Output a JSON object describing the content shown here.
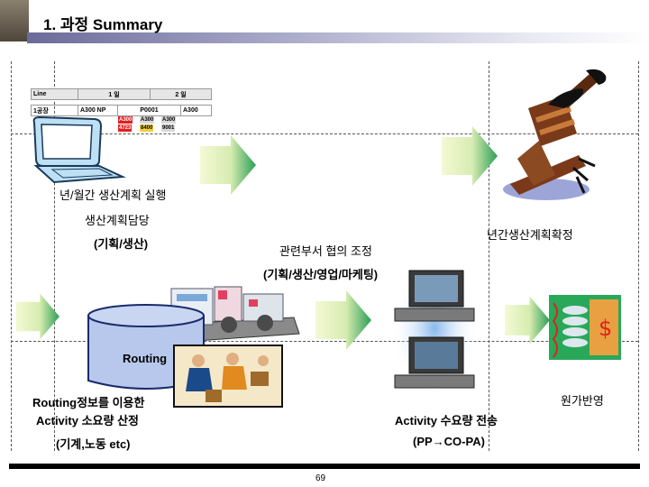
{
  "header": {
    "title": "1. 과정 Summary"
  },
  "schedule_table": {
    "row1": [
      "Line",
      "1 일",
      "2 일"
    ],
    "row2": [
      "1공장",
      "A300 NP",
      "P0001",
      "A300"
    ],
    "chips": [
      "A300",
      "A300",
      "A300",
      "4723",
      "8400",
      "9001"
    ]
  },
  "labels": {
    "plan_exec": "년/월간 생산계획 실행",
    "plan_owner": "생산계획담당",
    "plan_dept": "(기획/생산)",
    "coordination": "관련부서 협의 조정",
    "coord_depts": "(기획/생산/영업/마케팅)",
    "finalize": "년간생산계획확정",
    "routing": "Routing",
    "routing_use": "Routing정보를 이용한",
    "activity_calc": "Activity 소요량 산정",
    "activity_types": "(기계,노동 etc)",
    "activity_send": "Activity 수요량 전송",
    "pp_copa": "(PP→CO-PA)",
    "cost_reflect": "원가반영"
  },
  "footer": {
    "page_number": "69"
  },
  "colors": {
    "arrow_light": "#f2f8c8",
    "arrow_dark": "#2c9e58",
    "title_bar": "#6b6b9a"
  }
}
